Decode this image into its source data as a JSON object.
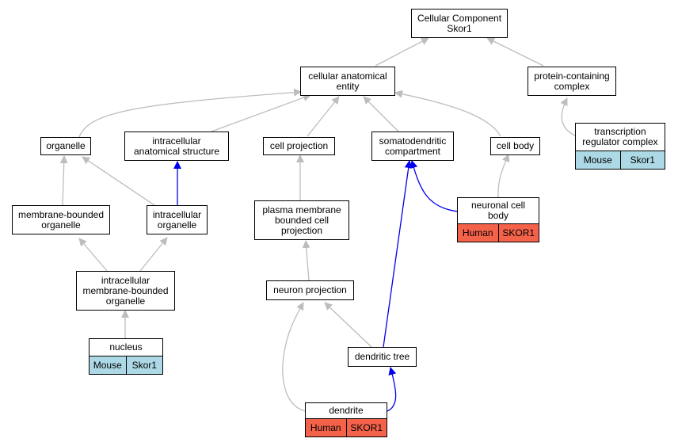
{
  "colors": {
    "edge_gray": "#bdbdbd",
    "edge_blue": "#0000ee",
    "mouse_tag": "#add8e6",
    "human_tag": "#f4624a"
  },
  "nodes": {
    "cellular_component": {
      "label": "Cellular Component\nSkor1"
    },
    "cellular_anatomical_entity": {
      "label": "cellular anatomical\nentity"
    },
    "protein_containing_complex": {
      "label": "protein-containing\ncomplex"
    },
    "organelle": {
      "label": "organelle"
    },
    "intracellular_anatomical_structure": {
      "label": "intracellular\nanatomical structure"
    },
    "cell_projection": {
      "label": "cell projection"
    },
    "somatodendritic_compartment": {
      "label": "somatodendritic\ncompartment"
    },
    "cell_body": {
      "label": "cell body"
    },
    "transcription_regulator_complex": {
      "label": "transcription\nregulator complex",
      "species": "Mouse",
      "gene": "Skor1"
    },
    "membrane_bounded_organelle": {
      "label": "membrane-bounded\norganelle"
    },
    "intracellular_organelle": {
      "label": "intracellular\norganelle"
    },
    "plasma_membrane_bounded_cell_projection": {
      "label": "plasma membrane\nbounded cell\nprojection"
    },
    "neuronal_cell_body": {
      "label": "neuronal cell\nbody",
      "species": "Human",
      "gene": "SKOR1"
    },
    "intracellular_membrane_bounded_organelle": {
      "label": "intracellular\nmembrane-bounded\norganelle"
    },
    "neuron_projection": {
      "label": "neuron projection"
    },
    "nucleus": {
      "label": "nucleus",
      "species": "Mouse",
      "gene": "Skor1"
    },
    "dendritic_tree": {
      "label": "dendritic tree"
    },
    "dendrite": {
      "label": "dendrite",
      "species": "Human",
      "gene": "SKOR1"
    }
  }
}
